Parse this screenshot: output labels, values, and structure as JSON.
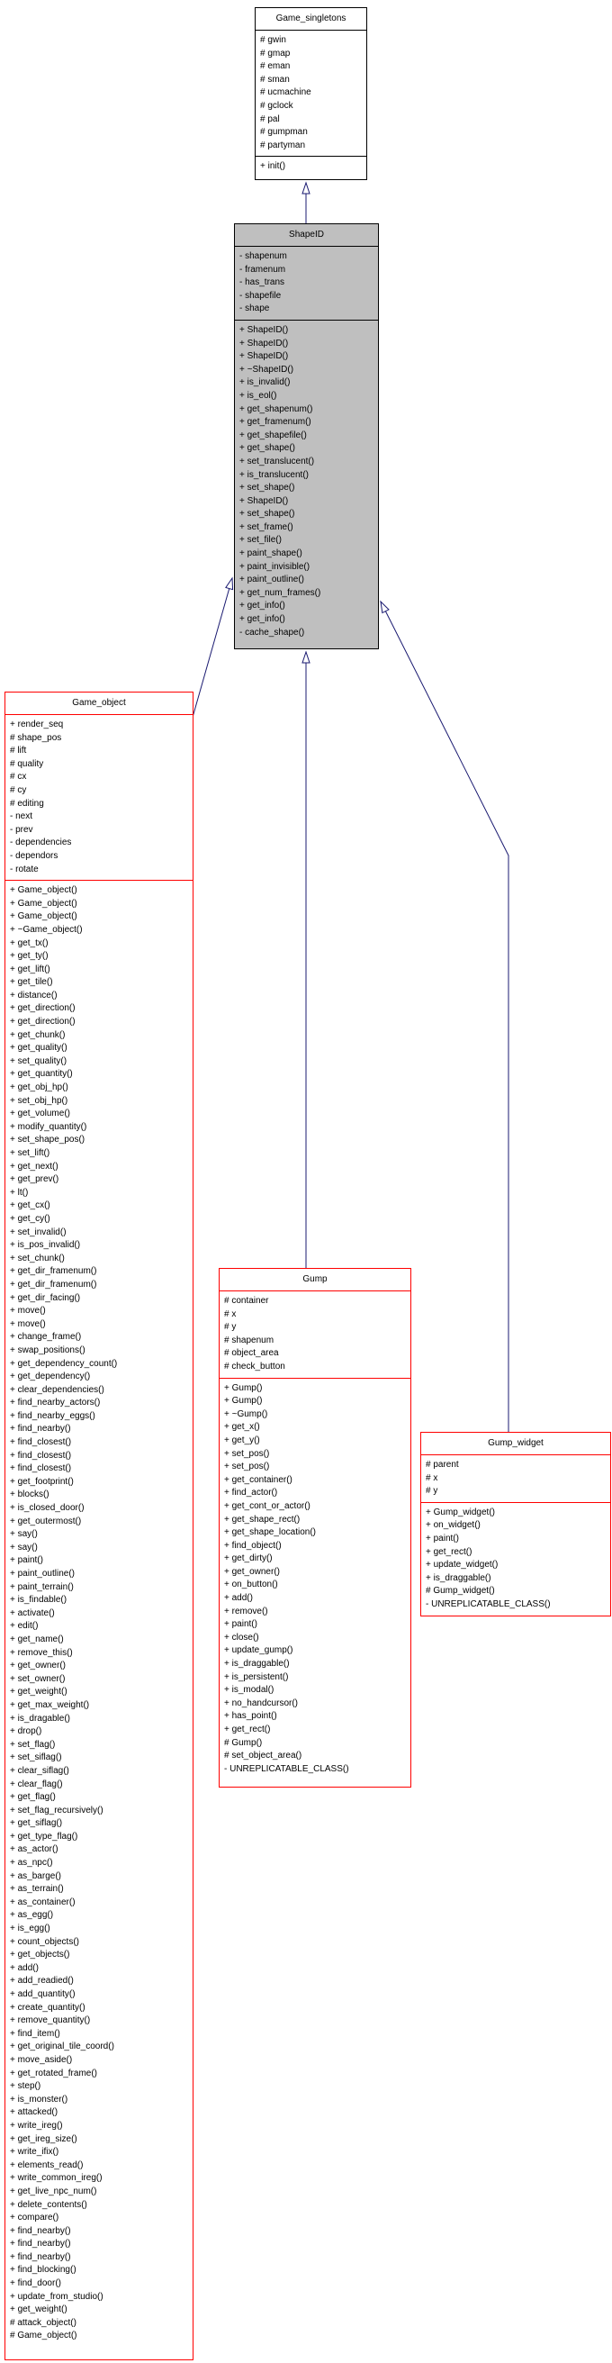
{
  "diagram": {
    "type": "uml-class-inheritance-diagram",
    "edge_color": "#191970",
    "highlight_fill": "#bfbfbf",
    "red_border": "#ff0000",
    "classes": [
      {
        "name": "Game_singletons",
        "attributes": [
          "# gwin",
          "# gmap",
          "# eman",
          "# sman",
          "# ucmachine",
          "# gclock",
          "# pal",
          "# gumpman",
          "# partyman"
        ],
        "methods": [
          "+ init()"
        ]
      },
      {
        "name": "ShapeID",
        "attributes": [
          "- shapenum",
          "- framenum",
          "- has_trans",
          "- shapefile",
          "- shape"
        ],
        "methods": [
          "+ ShapeID()",
          "+ ShapeID()",
          "+ ShapeID()",
          "+ ~ShapeID()",
          "+ is_invalid()",
          "+ is_eol()",
          "+ get_shapenum()",
          "+ get_framenum()",
          "+ get_shapefile()",
          "+ get_shape()",
          "+ set_translucent()",
          "+ is_translucent()",
          "+ set_shape()",
          "+ ShapeID()",
          "+ set_shape()",
          "+ set_frame()",
          "+ set_file()",
          "+ paint_shape()",
          "+ paint_invisible()",
          "+ paint_outline()",
          "+ get_num_frames()",
          "+ get_info()",
          "+ get_info()",
          "- cache_shape()"
        ]
      },
      {
        "name": "Game_object",
        "attributes": [
          "+ render_seq",
          "# shape_pos",
          "# lift",
          "# quality",
          "# cx",
          "# cy",
          "# editing",
          "- next",
          "- prev",
          "- dependencies",
          "- dependors",
          "- rotate"
        ],
        "methods": [
          "+ Game_object()",
          "+ Game_object()",
          "+ Game_object()",
          "+ ~Game_object()",
          "+ get_tx()",
          "+ get_ty()",
          "+ get_lift()",
          "+ get_tile()",
          "+ distance()",
          "+ get_direction()",
          "+ get_direction()",
          "+ get_chunk()",
          "+ get_quality()",
          "+ set_quality()",
          "+ get_quantity()",
          "+ get_obj_hp()",
          "+ set_obj_hp()",
          "+ get_volume()",
          "+ modify_quantity()",
          "+ set_shape_pos()",
          "+ set_lift()",
          "+ get_next()",
          "+ get_prev()",
          "+ lt()",
          "+ get_cx()",
          "+ get_cy()",
          "+ set_invalid()",
          "+ is_pos_invalid()",
          "+ set_chunk()",
          "+ get_dir_framenum()",
          "+ get_dir_framenum()",
          "+ get_dir_facing()",
          "+ move()",
          "+ move()",
          "+ change_frame()",
          "+ swap_positions()",
          "+ get_dependency_count()",
          "+ get_dependency()",
          "+ clear_dependencies()",
          "+ find_nearby_actors()",
          "+ find_nearby_eggs()",
          "+ find_nearby()",
          "+ find_closest()",
          "+ find_closest()",
          "+ find_closest()",
          "+ get_footprint()",
          "+ blocks()",
          "+ is_closed_door()",
          "+ get_outermost()",
          "+ say()",
          "+ say()",
          "+ paint()",
          "+ paint_outline()",
          "+ paint_terrain()",
          "+ is_findable()",
          "+ activate()",
          "+ edit()",
          "+ get_name()",
          "+ remove_this()",
          "+ get_owner()",
          "+ set_owner()",
          "+ get_weight()",
          "+ get_max_weight()",
          "+ is_dragable()",
          "+ drop()",
          "+ set_flag()",
          "+ set_siflag()",
          "+ clear_siflag()",
          "+ clear_flag()",
          "+ get_flag()",
          "+ set_flag_recursively()",
          "+ get_siflag()",
          "+ get_type_flag()",
          "+ as_actor()",
          "+ as_npc()",
          "+ as_barge()",
          "+ as_terrain()",
          "+ as_container()",
          "+ as_egg()",
          "+ is_egg()",
          "+ count_objects()",
          "+ get_objects()",
          "+ add()",
          "+ add_readied()",
          "+ add_quantity()",
          "+ create_quantity()",
          "+ remove_quantity()",
          "+ find_item()",
          "+ get_original_tile_coord()",
          "+ move_aside()",
          "+ get_rotated_frame()",
          "+ step()",
          "+ is_monster()",
          "+ attacked()",
          "+ write_ireg()",
          "+ get_ireg_size()",
          "+ write_ifix()",
          "+ elements_read()",
          "+ write_common_ireg()",
          "+ get_live_npc_num()",
          "+ delete_contents()",
          "+ compare()",
          "+ find_nearby()",
          "+ find_nearby()",
          "+ find_nearby()",
          "+ find_blocking()",
          "+ find_door()",
          "+ update_from_studio()",
          "+ get_weight()",
          "# attack_object()",
          "# Game_object()"
        ]
      },
      {
        "name": "Gump",
        "attributes": [
          "# container",
          "# x",
          "# y",
          "# shapenum",
          "# object_area",
          "# check_button"
        ],
        "methods": [
          "+ Gump()",
          "+ Gump()",
          "+ ~Gump()",
          "+ get_x()",
          "+ get_y()",
          "+ set_pos()",
          "+ set_pos()",
          "+ get_container()",
          "+ find_actor()",
          "+ get_cont_or_actor()",
          "+ get_shape_rect()",
          "+ get_shape_location()",
          "+ find_object()",
          "+ get_dirty()",
          "+ get_owner()",
          "+ on_button()",
          "+ add()",
          "+ remove()",
          "+ paint()",
          "+ close()",
          "+ update_gump()",
          "+ is_draggable()",
          "+ is_persistent()",
          "+ is_modal()",
          "+ no_handcursor()",
          "+ has_point()",
          "+ get_rect()",
          "# Gump()",
          "# set_object_area()",
          "- UNREPLICATABLE_CLASS()"
        ]
      },
      {
        "name": "Gump_widget",
        "attributes": [
          "# parent",
          "# x",
          "# y"
        ],
        "methods": [
          "+ Gump_widget()",
          "+ on_widget()",
          "+ paint()",
          "+ get_rect()",
          "+ update_widget()",
          "+ is_draggable()",
          "# Gump_widget()",
          "- UNREPLICATABLE_CLASS()"
        ]
      }
    ],
    "inheritance_edges": [
      {
        "child": "ShapeID",
        "parent": "Game_singletons"
      },
      {
        "child": "Game_object",
        "parent": "ShapeID"
      },
      {
        "child": "Gump",
        "parent": "ShapeID"
      },
      {
        "child": "Gump_widget",
        "parent": "ShapeID"
      }
    ]
  }
}
